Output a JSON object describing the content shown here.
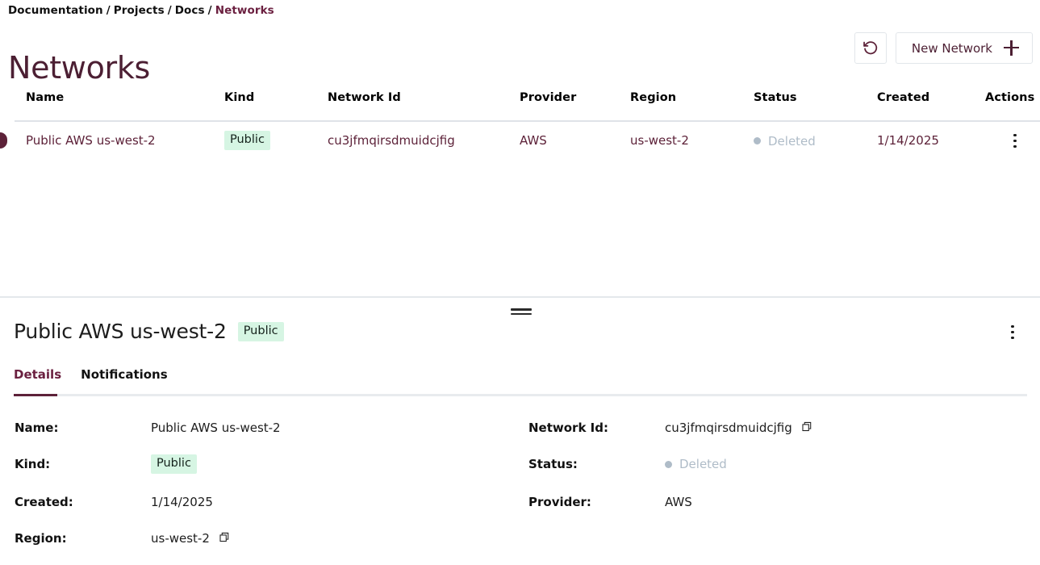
{
  "breadcrumb": {
    "items": [
      "Documentation",
      "Projects",
      "Docs",
      "Networks"
    ],
    "separator": "/"
  },
  "header": {
    "title": "Networks",
    "refresh_icon": "refresh-icon",
    "new_button_label": "New Network",
    "plus_icon": "plus-icon"
  },
  "table": {
    "columns": [
      "Name",
      "Kind",
      "Network Id",
      "Provider",
      "Region",
      "Status",
      "Created",
      "Actions"
    ],
    "rows": [
      {
        "name": "Public AWS us-west-2",
        "kind": "Public",
        "network_id": "cu3jfmqirsdmuidcjfig",
        "provider": "AWS",
        "region": "us-west-2",
        "status": "Deleted",
        "created": "1/14/2025",
        "actions_icon": "kebab-menu-icon"
      }
    ]
  },
  "detail": {
    "title": "Public AWS us-west-2",
    "kind_badge": "Public",
    "menu_icon": "kebab-menu-icon",
    "tabs": [
      {
        "label": "Details",
        "active": true
      },
      {
        "label": "Notifications",
        "active": false
      }
    ],
    "fields_left": [
      {
        "label": "Name:",
        "value": "Public AWS us-west-2",
        "type": "text",
        "copy": false
      },
      {
        "label": "Kind:",
        "value": "Public",
        "type": "badge",
        "copy": false
      },
      {
        "label": "Created:",
        "value": "1/14/2025",
        "type": "text",
        "copy": false
      },
      {
        "label": "Region:",
        "value": "us-west-2",
        "type": "text",
        "copy": true
      }
    ],
    "fields_right": [
      {
        "label": "Network Id:",
        "value": "cu3jfmqirsdmuidcjfig",
        "type": "text",
        "copy": true
      },
      {
        "label": "Status:",
        "value": "Deleted",
        "type": "status",
        "copy": false
      },
      {
        "label": "Provider:",
        "value": "AWS",
        "type": "text",
        "copy": false
      }
    ]
  },
  "colors": {
    "brand_maroon": "#5d2239",
    "breadcrumb_active": "#6b2040",
    "badge_bg": "#d6f5e3",
    "status_muted": "#afbcc8",
    "divider": "#dfe3e8",
    "border": "#e2e6ea"
  }
}
